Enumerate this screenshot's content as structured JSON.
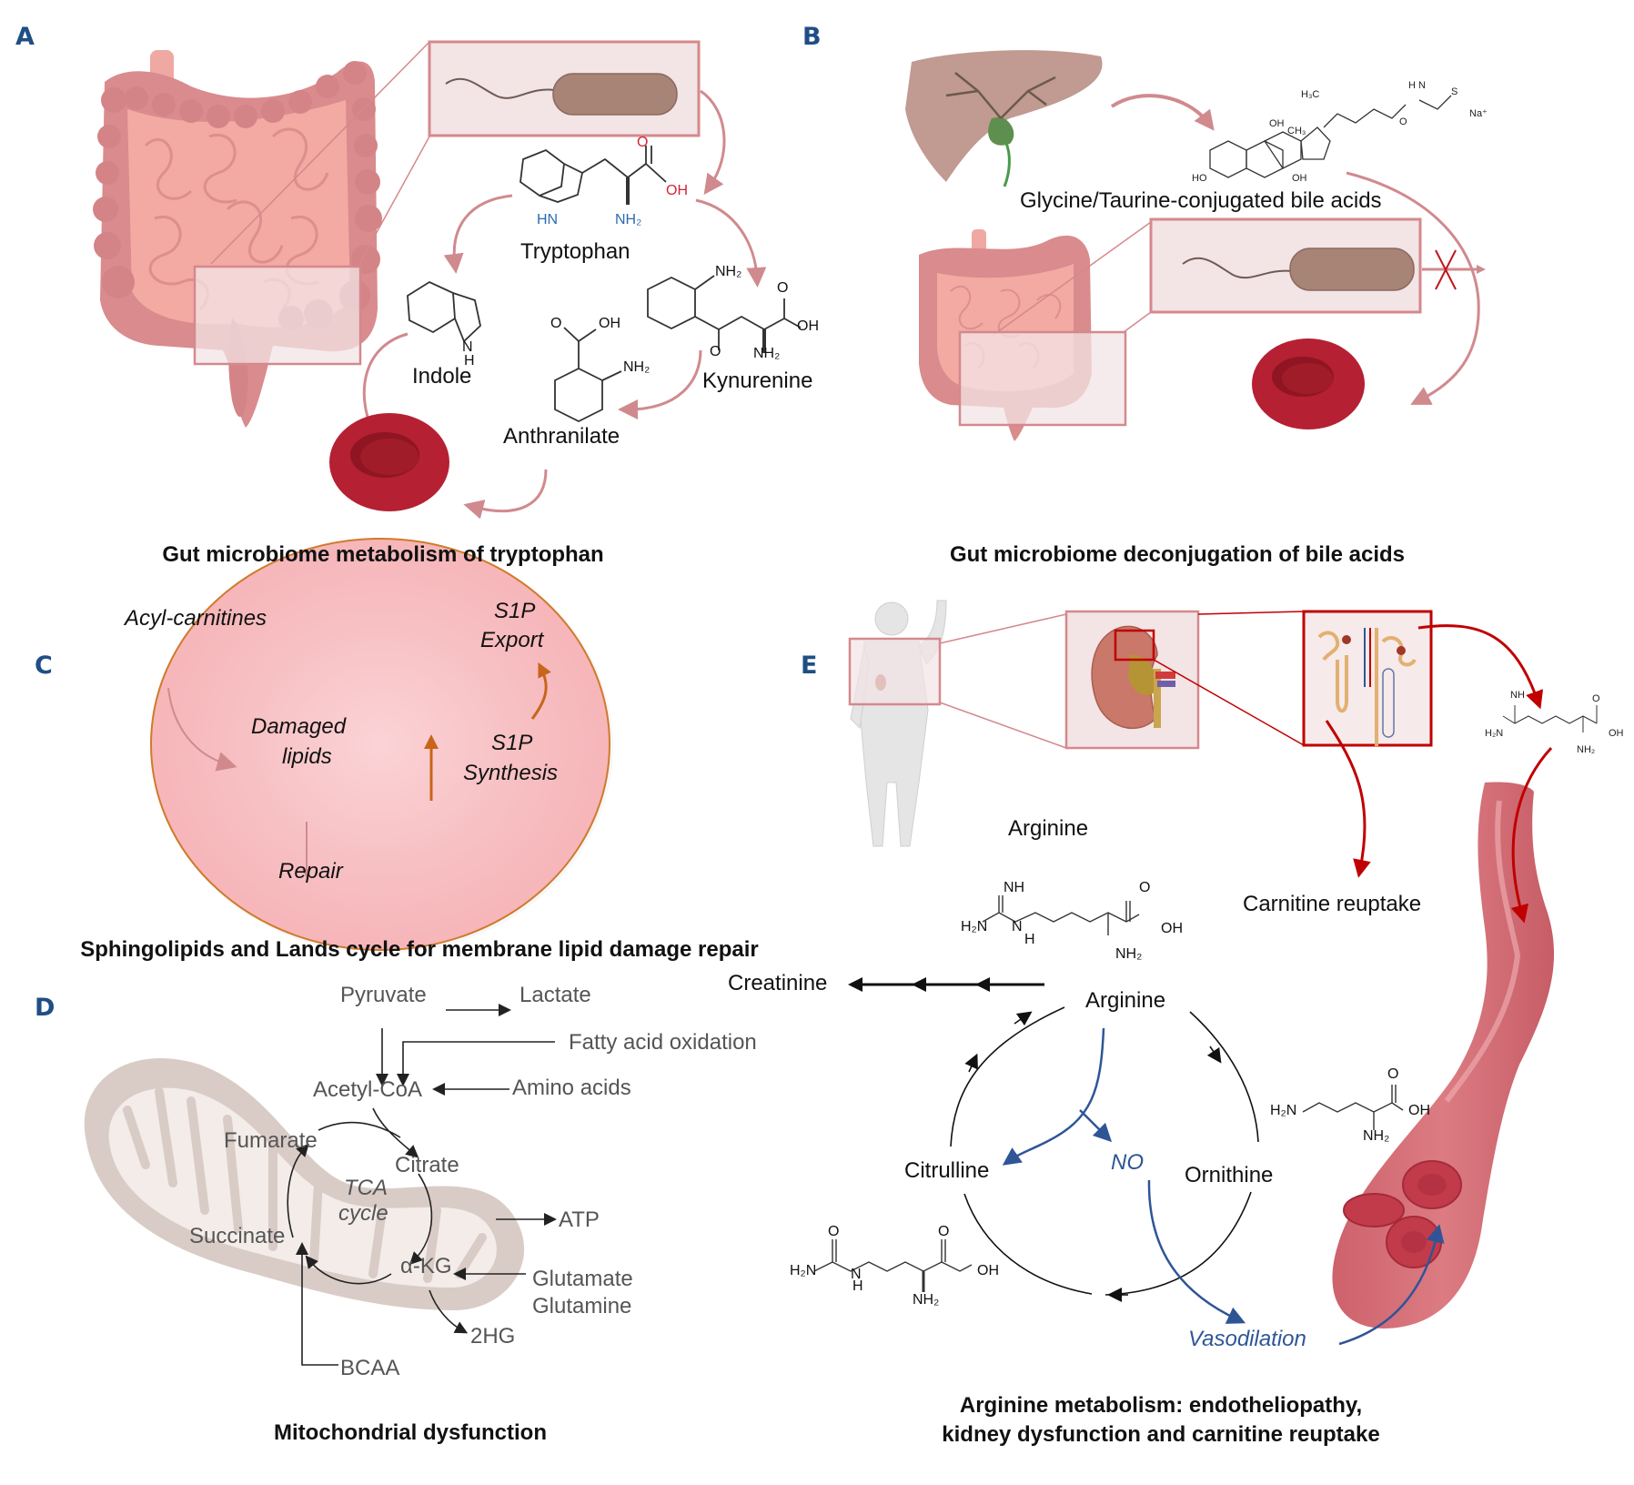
{
  "figure": {
    "panels": {
      "A": {
        "letter": "A",
        "title": "Gut microbiome metabolism of tryptophan",
        "labels": {
          "tryptophan": "Tryptophan",
          "indole": "Indole",
          "kynurenine": "Kynurenine",
          "anthranilate": "Anthranilate"
        },
        "atoms": {
          "o": "O",
          "oh": "OH",
          "hn": "HN",
          "nh2": "NH₂",
          "n": "N",
          "h": "H"
        }
      },
      "B": {
        "letter": "B",
        "title": "Gut microbiome deconjugation of bile acids",
        "labels": {
          "bile_acids": "Glycine/Taurine-conjugated bile acids"
        },
        "atoms": {
          "oh": "OH",
          "h3c": "H₃C",
          "ch3": "CH₃",
          "h": "H",
          "ho": "HO",
          "o": "O",
          "so3": "S",
          "na": "Na⁺",
          "nh": "H N"
        },
        "blocked_marker": "✕"
      },
      "C": {
        "letter": "C",
        "title": "Sphingolipids and Lands cycle for membrane lipid damage repair",
        "labels": {
          "acyl_carnitines": "Acyl-carnitines",
          "s1p_export_1": "S1P",
          "s1p_export_2": "Export",
          "damaged_1": "Damaged",
          "damaged_2": "lipids",
          "s1p_synth_1": "S1P",
          "s1p_synth_2": "Synthesis",
          "repair": "Repair"
        }
      },
      "D": {
        "letter": "D",
        "title": "Mitochondrial dysfunction",
        "labels": {
          "pyruvate": "Pyruvate",
          "lactate": "Lactate",
          "fatty_acid_oxidation": "Fatty acid oxidation",
          "acetyl_coa": "Acetyl-CoA",
          "amino_acids": "Amino acids",
          "fumarate": "Fumarate",
          "citrate": "Citrate",
          "tca_1": "TCA",
          "tca_2": "cycle",
          "succinate": "Succinate",
          "atp": "ATP",
          "akg": "α-KG",
          "glutamate": "Glutamate",
          "glutamine": "Glutamine",
          "two_hg": "2HG",
          "bcaa": "BCAA"
        }
      },
      "E": {
        "letter": "E",
        "title_line1": "Arginine metabolism: endotheliopathy,",
        "title_line2": "kidney dysfunction and carnitine reuptake",
        "labels": {
          "arginine_top": "Arginine",
          "carnitine_reuptake": "Carnitine reuptake",
          "creatinine": "Creatinine",
          "arginine": "Arginine",
          "citrulline": "Citrulline",
          "ornithine": "Ornithine",
          "no": "NO",
          "vasodilation": "Vasodilation"
        },
        "atoms": {
          "nh": "NH",
          "h2n": "H₂N",
          "n": "N",
          "h": "H",
          "o": "O",
          "oh": "OH",
          "nh2": "NH₂"
        }
      }
    },
    "colors": {
      "panel_letter": "#1f4e85",
      "pink_arrow": "#d08a8e",
      "box_border": "#d4898d",
      "box_fill": "#f3e4e5",
      "rbc": "#b52033",
      "orange": "#c8651b",
      "dark_red": "#c00000",
      "blue": "#2f5597",
      "mito": "#d9ccc6"
    }
  }
}
